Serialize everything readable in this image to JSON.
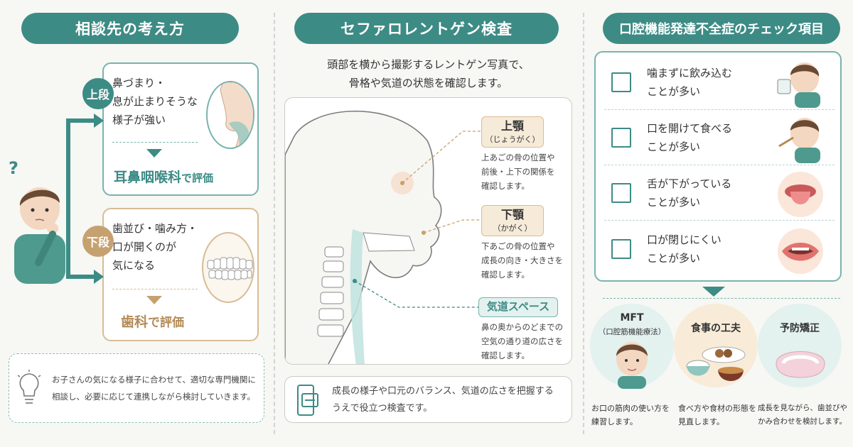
{
  "left": {
    "title": "相談先の考え方",
    "upper": {
      "badge": "上段",
      "lines": [
        "鼻づまり・",
        "息が止まりそうな",
        "様子が強い"
      ],
      "eval_main": "耳鼻咽喉科",
      "eval_suffix": "で評価"
    },
    "lower": {
      "badge": "下段",
      "lines": [
        "歯並び・噛み方・",
        "口が開くのが",
        "気になる"
      ],
      "eval_main": "歯科",
      "eval_suffix": "で評価"
    },
    "question_mark": "?",
    "note_lines": [
      "お子さんの気になる様子に合わせて、適切な専門機関に",
      "相談し、必要に応じて連携しながら検討していきます。"
    ]
  },
  "middle": {
    "title": "セファロレントゲン検査",
    "intro_lines": [
      "頭部を横から撮影するレントゲン写真で、",
      "骨格や気道の状態を確認します。"
    ],
    "upper_jaw": {
      "title": "上顎",
      "reading": "（じょうがく）",
      "desc": [
        "上あごの骨の位置や",
        "前後・上下の関係を",
        "確認します。"
      ]
    },
    "lower_jaw": {
      "title": "下顎",
      "reading": "（かがく）",
      "desc": [
        "下あごの骨の位置や",
        "成長の向き・大きさを",
        "確認します。"
      ]
    },
    "airway": {
      "title": "気道スペース",
      "desc": [
        "鼻の奥からのどまでの",
        "空気の通り道の広さを",
        "確認します。"
      ]
    },
    "bottom_lines": [
      "成長の様子や口元のバランス、気道の広さを把握する",
      "うえで役立つ検査です。"
    ]
  },
  "right": {
    "title": "口腔機能発達不全症のチェック項目",
    "items": [
      [
        "噛まずに飲み込む",
        "ことが多い"
      ],
      [
        "口を開けて食べる",
        "ことが多い"
      ],
      [
        "舌が下がっている",
        "ことが多い"
      ],
      [
        "口が閉じにくい",
        "ことが多い"
      ]
    ],
    "mft": {
      "title": "MFT",
      "subtitle": "（口腔筋機能療法）",
      "caption": [
        "お口の筋肉の使い方を",
        "練習します。"
      ]
    },
    "food": {
      "title": "食事の工夫",
      "caption": [
        "食べ方や食材の形態を",
        "見直します。"
      ]
    },
    "ortho": {
      "title": "予防矯正",
      "caption": [
        "成長を見ながら、歯並びや",
        "かみ合わせを検討します。"
      ]
    }
  },
  "colors": {
    "teal": "#3d8b85",
    "teal_light": "#79b3ad",
    "tan": "#b38b57",
    "tan_light": "#d8bc94",
    "label_bg": "#f6ead8",
    "airway_bg": "#e3f1ef"
  }
}
